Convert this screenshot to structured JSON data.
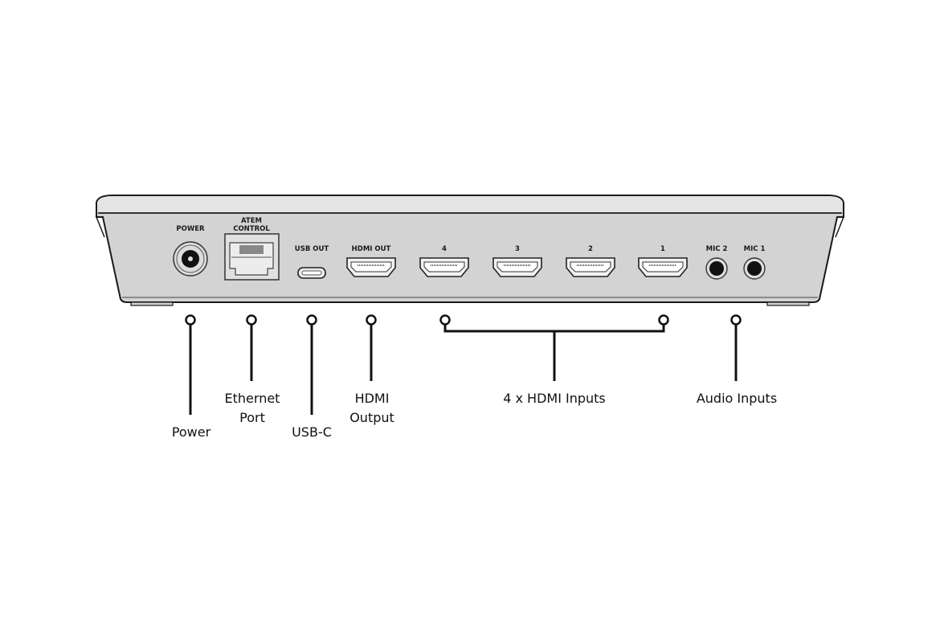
{
  "device": {
    "port_labels": {
      "power": "POWER",
      "atem_control_line1": "ATEM",
      "atem_control_line2": "CONTROL",
      "usb_out": "USB OUT",
      "hdmi_out": "HDMI OUT",
      "hdmi_in_4": "4",
      "hdmi_in_3": "3",
      "hdmi_in_2": "2",
      "hdmi_in_1": "1",
      "mic_2": "MIC 2",
      "mic_1": "MIC 1"
    }
  },
  "callouts": {
    "power": "Power",
    "ethernet_line1": "Ethernet",
    "ethernet_line2": "Port",
    "usb_c": "USB-C",
    "hdmi_output_line1": "HDMI",
    "hdmi_output_line2": "Output",
    "hdmi_inputs": "4 x HDMI Inputs",
    "audio_inputs": "Audio Inputs"
  },
  "colors": {
    "body": "#d3d3d3",
    "rim": "#e4e4e4",
    "outline": "#1a1a1a"
  }
}
